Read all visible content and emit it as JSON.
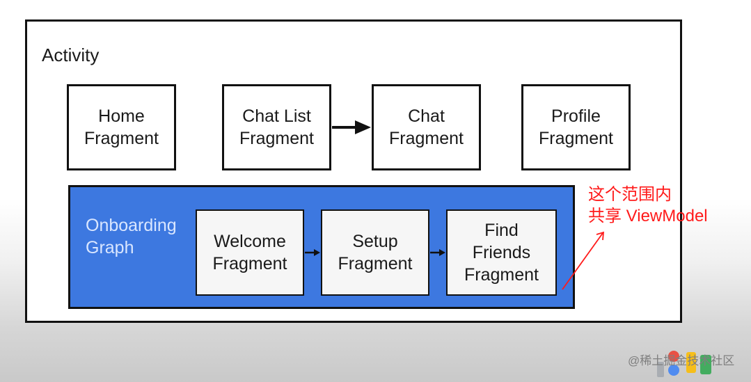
{
  "activity": {
    "label": "Activity"
  },
  "fragments": {
    "home": {
      "line1": "Home",
      "line2": "Fragment"
    },
    "chat_list": {
      "line1": "Chat List",
      "line2": "Fragment"
    },
    "chat": {
      "line1": "Chat",
      "line2": "Fragment"
    },
    "profile": {
      "line1": "Profile",
      "line2": "Fragment"
    }
  },
  "onboarding_graph": {
    "label_line1": "Onboarding",
    "label_line2": "Graph",
    "welcome": {
      "line1": "Welcome",
      "line2": "Fragment"
    },
    "setup": {
      "line1": "Setup",
      "line2": "Fragment"
    },
    "find_friends": {
      "line1": "Find",
      "line2": "Friends",
      "line3": "Fragment"
    }
  },
  "annotation": {
    "line1": "这个范围内",
    "line2": "共享 ViewModel"
  },
  "watermark": {
    "text": "@稀土掘金技术社区"
  },
  "colors": {
    "graph_fill": "#3d78e0",
    "annotation": "#ff1a1a",
    "border": "#111111"
  }
}
